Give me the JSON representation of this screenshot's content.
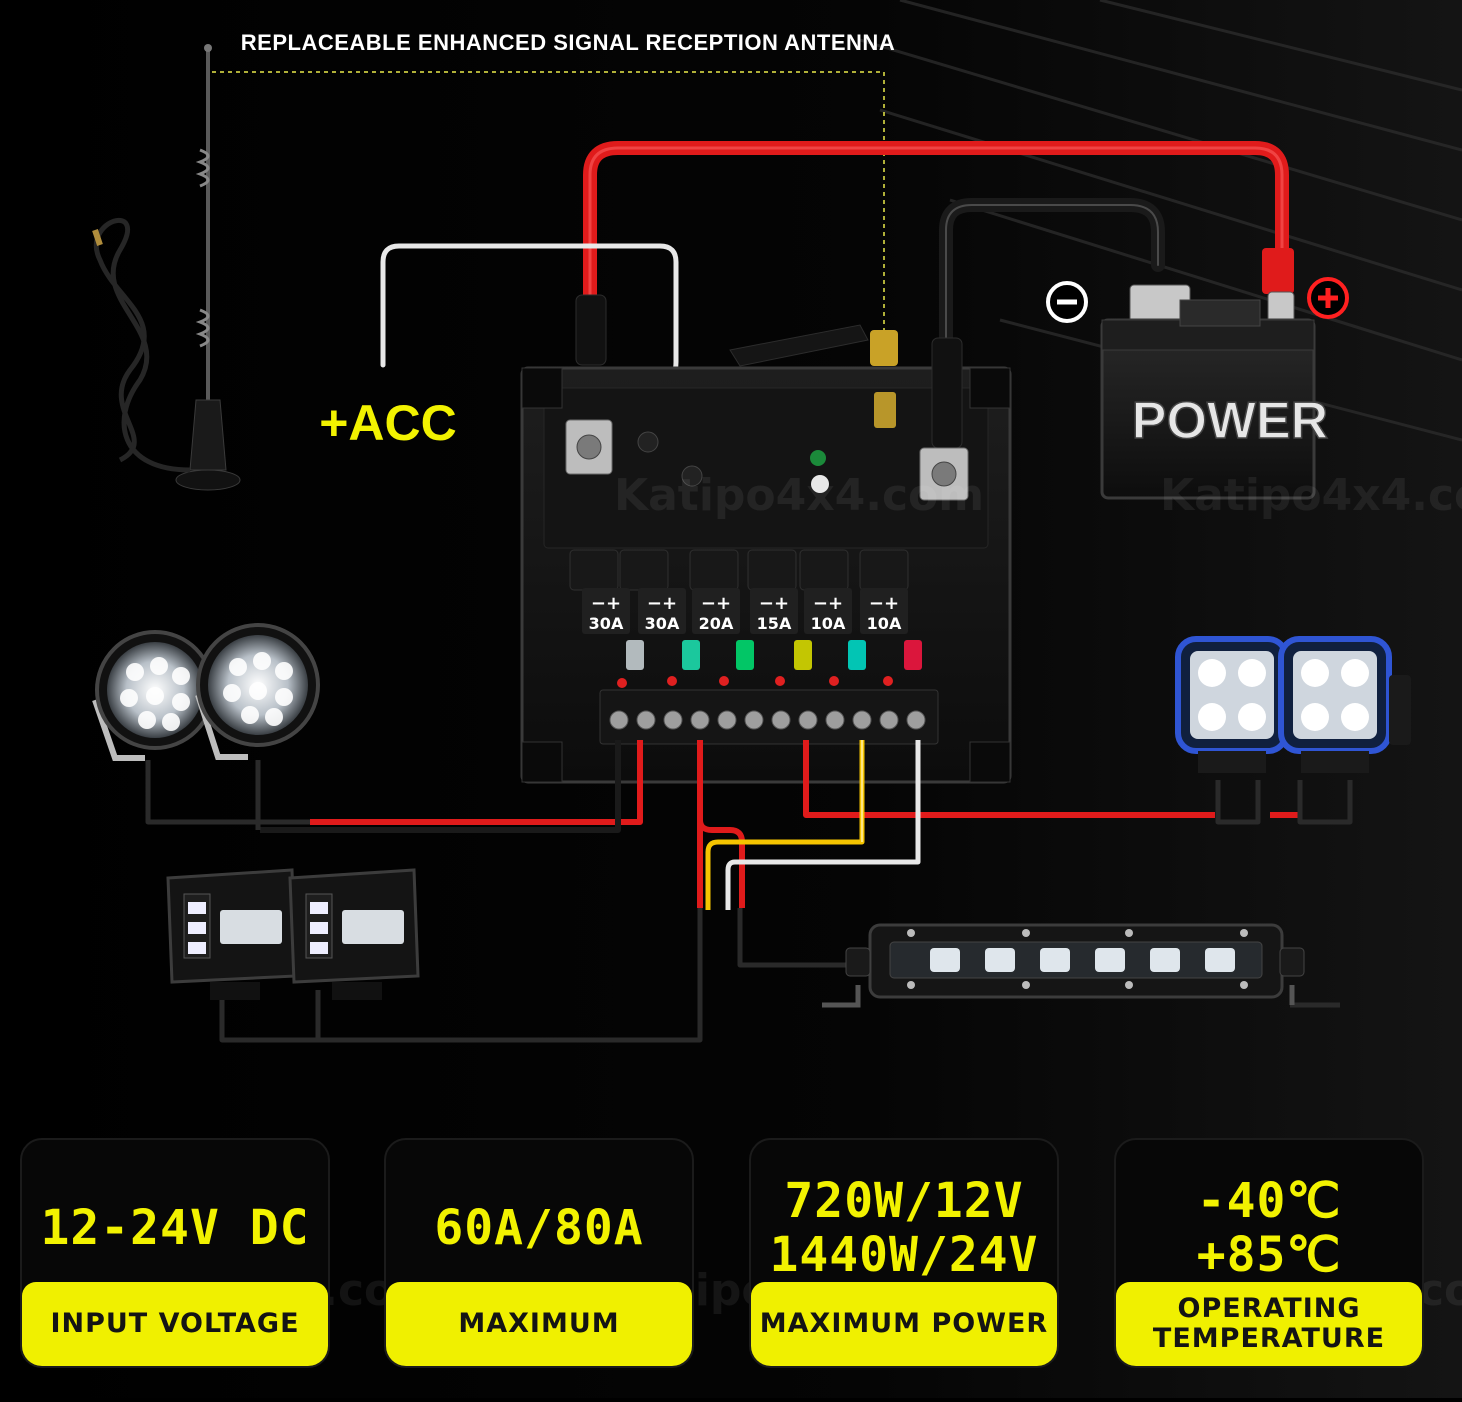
{
  "diagram": {
    "antenna_caption": "REPLACEABLE ENHANCED SIGNAL RECEPTION ANTENNA",
    "acc_label": "+ACC",
    "battery": {
      "label": "POWER",
      "negative_symbol": "−",
      "positive_symbol": "+"
    },
    "fuses": [
      {
        "polarity": "−+",
        "rating": "30A",
        "color": "#cfd8dc"
      },
      {
        "polarity": "−+",
        "rating": "30A",
        "color": "#1de9b6"
      },
      {
        "polarity": "−+",
        "rating": "20A",
        "color": "#00e676"
      },
      {
        "polarity": "−+",
        "rating": "15A",
        "color": "#e3e600"
      },
      {
        "polarity": "−+",
        "rating": "10A",
        "color": "#00e5d1"
      },
      {
        "polarity": "−+",
        "rating": "10A",
        "color": "#ff1744"
      }
    ],
    "watermark": "Katipo4x4.com",
    "colors": {
      "positive_wire": "#e01b1b",
      "ground_wire": "#1a1a1a",
      "acc_wire": "#e8e8e8",
      "signal_wire_yellow": "#f5c400",
      "accent": "#f2f200"
    }
  },
  "specs": [
    {
      "value_lines": [
        "12-24V DC"
      ],
      "label_lines": [
        "INPUT VOLTAGE"
      ]
    },
    {
      "value_lines": [
        "60A/80A"
      ],
      "label_lines": [
        "MAXIMUM"
      ]
    },
    {
      "value_lines": [
        "720W/12V",
        "1440W/24V"
      ],
      "label_lines": [
        "MAXIMUM POWER"
      ]
    },
    {
      "value_lines": [
        "-40℃",
        "+85℃"
      ],
      "label_lines": [
        "OPERATING",
        "TEMPERATURE"
      ]
    }
  ]
}
